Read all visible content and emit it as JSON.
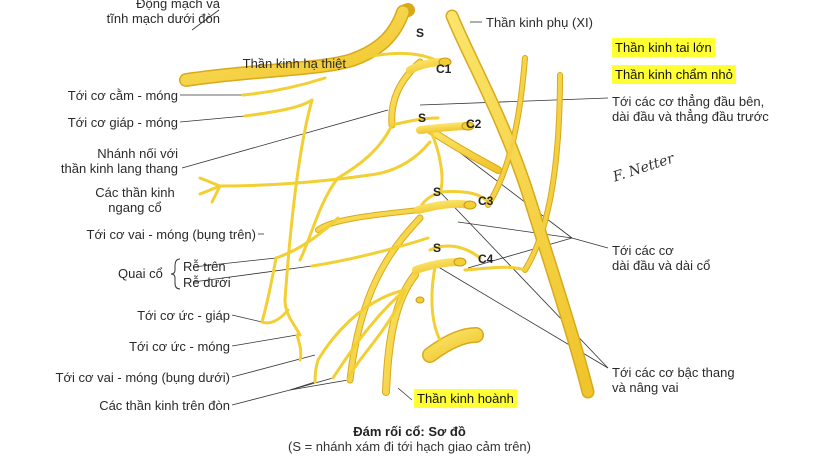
{
  "labels": {
    "dong_mach": "Động mạch và\ntĩnh mạch dưới đòn",
    "ha_thiet": "Thần kinh hạ thiệt",
    "cam_mong": "Tới cơ cằm - móng",
    "giap_mong": "Tới cơ giáp - móng",
    "lang_thang": "Nhánh nối với\nthần kinh lang thang",
    "ngang_co": "Các thần kinh\nngang cổ",
    "vai_mong_tren": "Tới cơ vai - móng (bụng trên)",
    "quai_co": "Quai cổ",
    "re_tren": "Rễ trên",
    "re_duoi": "Rễ dưới",
    "uc_giap": "Tới cơ ức - giáp",
    "uc_mong": "Tới cơ ức - móng",
    "vai_mong_duoi": "Tới cơ vai - móng (bụng dưới)",
    "tren_don": "Các thần kinh trên đòn",
    "than_kinh_phu": "Thần kinh phụ (XI)",
    "tai_lon": "Thần kinh tai lớn",
    "cham_nho": "Thần kinh chẩm nhỏ",
    "thang_dau": "Tới các cơ thẳng đầu bên,\ndài đầu và thẳng đầu trước",
    "dai_dau": "Tới các cơ\ndài đầu và dài cổ",
    "bac_thang": "Tới các cơ bậc thang\nvà nâng vai",
    "hoanh": "Thần kinh hoành"
  },
  "tags": {
    "s1": "S",
    "c1": "C1",
    "s2": "S",
    "c2": "C2",
    "s3": "S",
    "c3": "C3",
    "s4": "S",
    "c4": "C4"
  },
  "caption": {
    "title": "Đám rối cổ: Sơ đồ",
    "subtitle": "(S = nhánh xám đi tới hạch giao cảm trên)"
  },
  "signature": "F. Netter",
  "colors": {
    "nerve": "#f6d63a",
    "nerve_edge": "#d9a91a",
    "leader": "#333333",
    "highlight": "#ffff33"
  }
}
